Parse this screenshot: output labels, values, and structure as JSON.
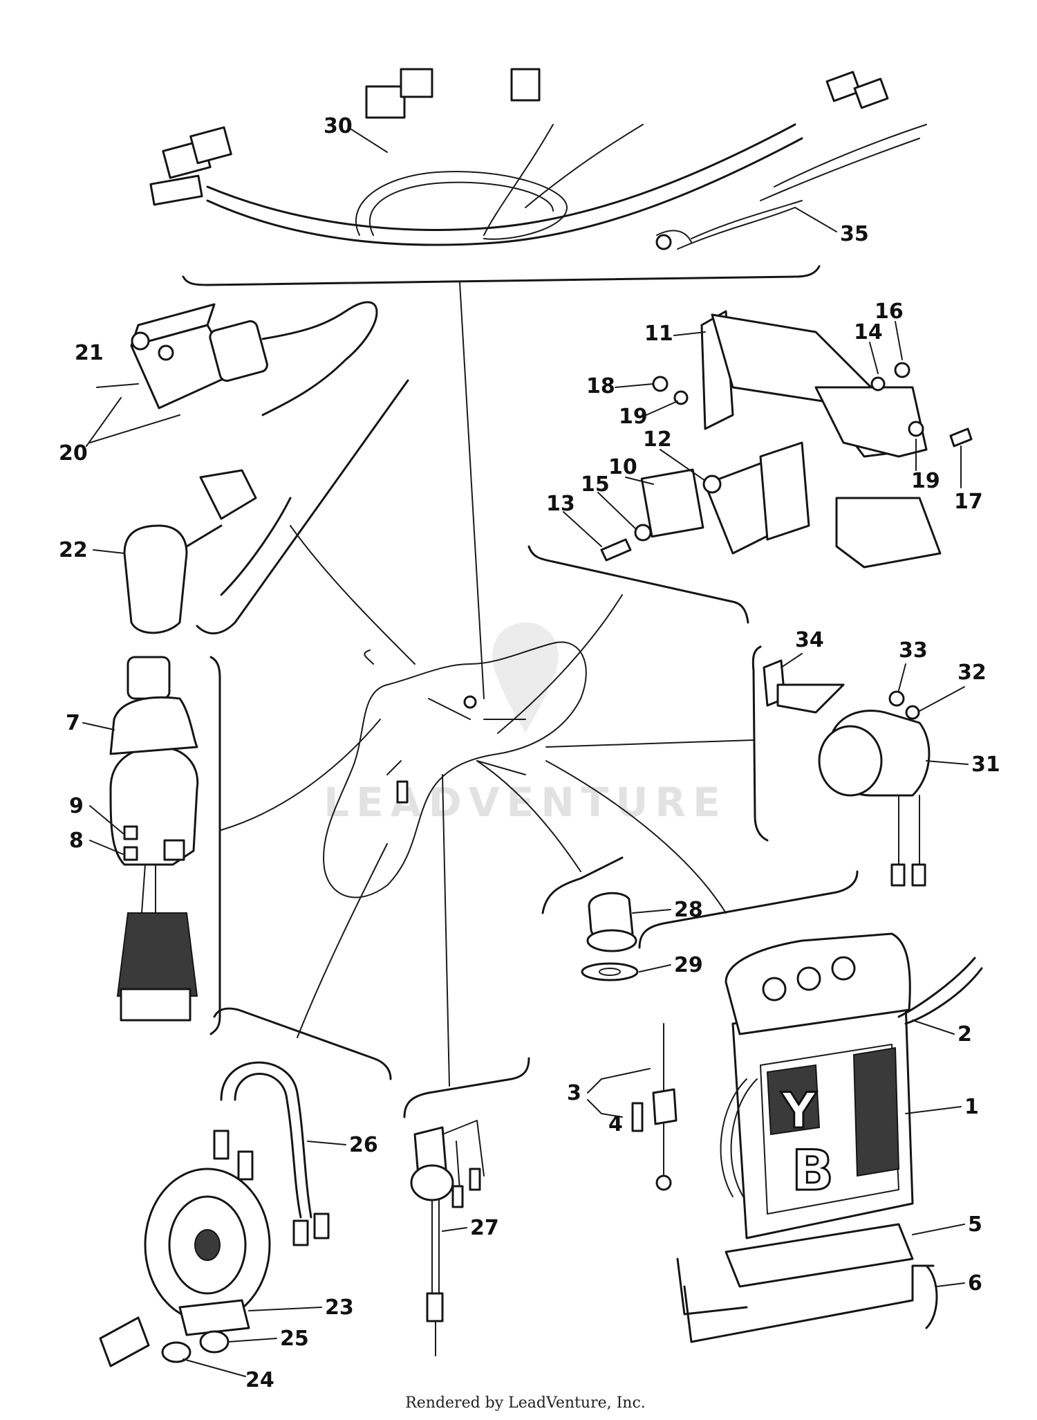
{
  "watermark": "LEADVENTURE",
  "credit": "Rendered by LeadVenture, Inc.",
  "callouts": [
    "30",
    "35",
    "21",
    "20",
    "22",
    "11",
    "16",
    "14",
    "18",
    "19",
    "12",
    "10",
    "15",
    "13",
    "17",
    "34",
    "33",
    "32",
    "31",
    "7",
    "9",
    "8",
    "28",
    "29",
    "2",
    "3",
    "4",
    "1",
    "5",
    "6",
    "26",
    "27",
    "23",
    "25",
    "24"
  ]
}
